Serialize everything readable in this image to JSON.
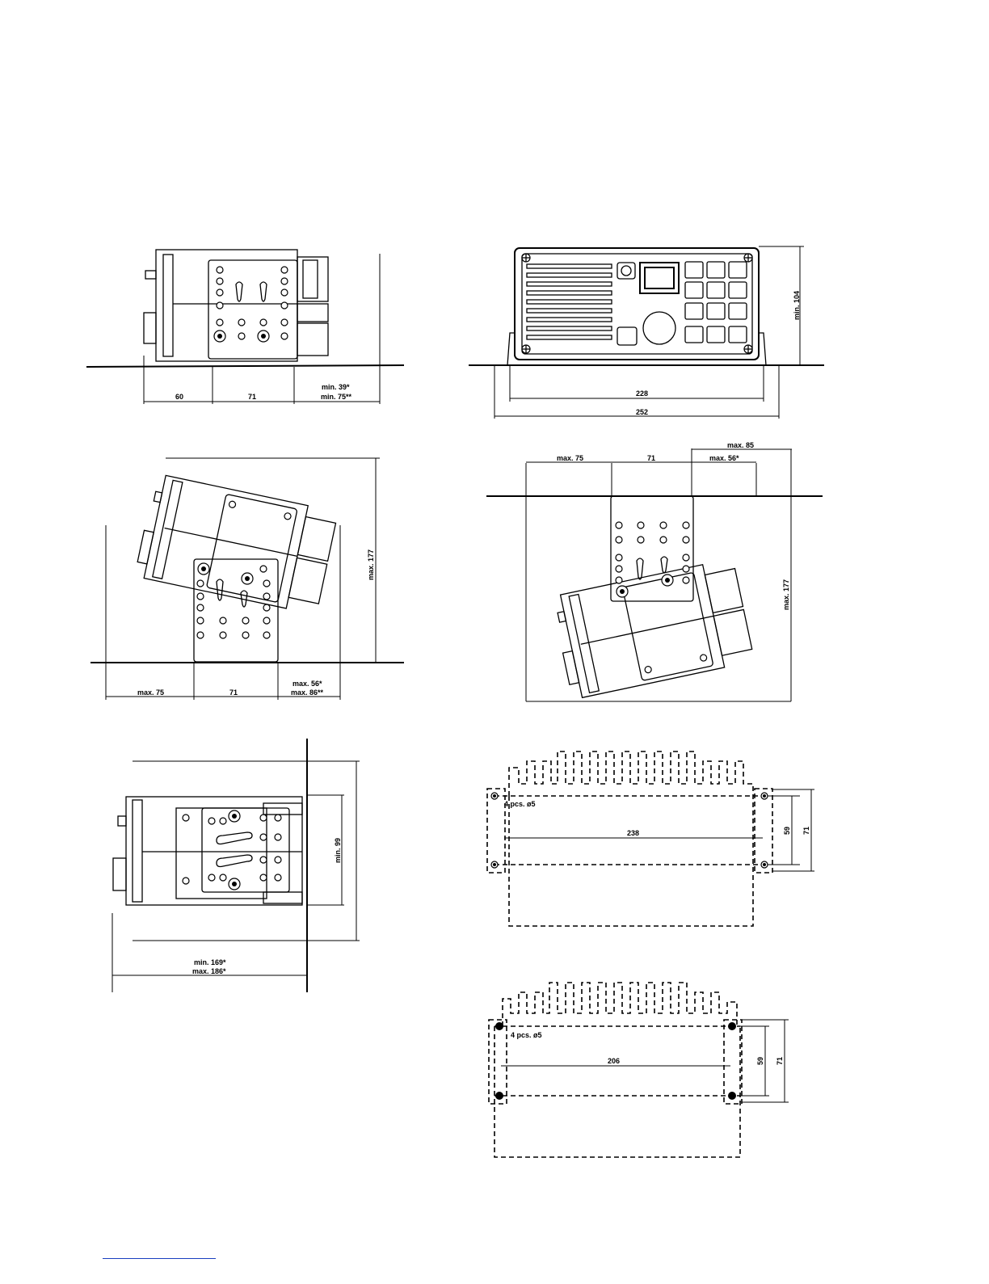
{
  "colors": {
    "ink": "#000000",
    "paper": "#ffffff",
    "rule": "#1a3fbf"
  },
  "views": {
    "side_top": {
      "d1": "60",
      "d2": "71",
      "d3a": "min. 39*",
      "d3b": "min. 75**"
    },
    "front": {
      "height": "min. 104",
      "inner": "228",
      "outer": "252"
    },
    "tilt_up": {
      "height": "max. 177",
      "d1": "max. 75",
      "d2": "71",
      "d3a": "max. 56*",
      "d3b": "max. 86**"
    },
    "tilt_down": {
      "height": "max. 177",
      "d1": "max. 75",
      "d2": "71",
      "d3a": "max. 56*",
      "d3b": "max. 85"
    },
    "side_wall": {
      "height": "min. 99",
      "wa": "min. 169*",
      "wb": "max. 186*"
    },
    "drill_a": {
      "holes": "4 pcs. ø5",
      "width": "238",
      "h1": "59",
      "h2": "71"
    },
    "drill_b": {
      "holes": "4 pcs. ø5",
      "width": "206",
      "h1": "59",
      "h2": "71"
    }
  }
}
